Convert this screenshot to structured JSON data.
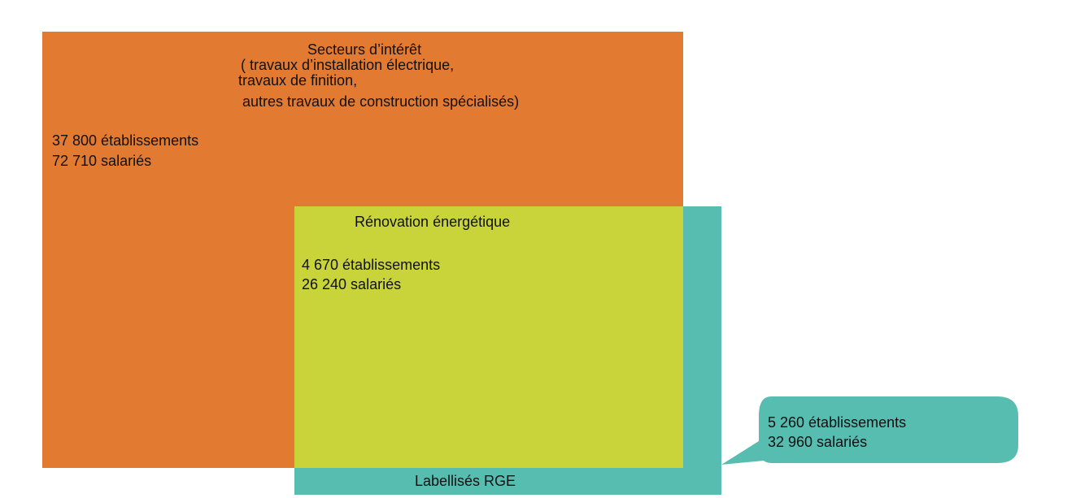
{
  "colors": {
    "secteurs": "#e27a31",
    "labellises_rge": "#57bdb1",
    "renovation": "#c8d43a",
    "text": "#111111"
  },
  "secteurs": {
    "title_line1": "Secteurs d’intérêt",
    "title_line2": "( travaux d’installation électrique,",
    "title_line3": "travaux de finition,",
    "title_line4": "autres travaux de construction spécialisés)",
    "etablissements": "37 800 établissements",
    "salaries": "72 710 salariés"
  },
  "renovation": {
    "title": "Rénovation énergétique",
    "etablissements": "4 670 établissements",
    "salaries": "26 240 salariés"
  },
  "labellises_rge": {
    "label": "Labellisés RGE",
    "etablissements": "5 260 établissements",
    "salaries": "32 960 salariés"
  }
}
